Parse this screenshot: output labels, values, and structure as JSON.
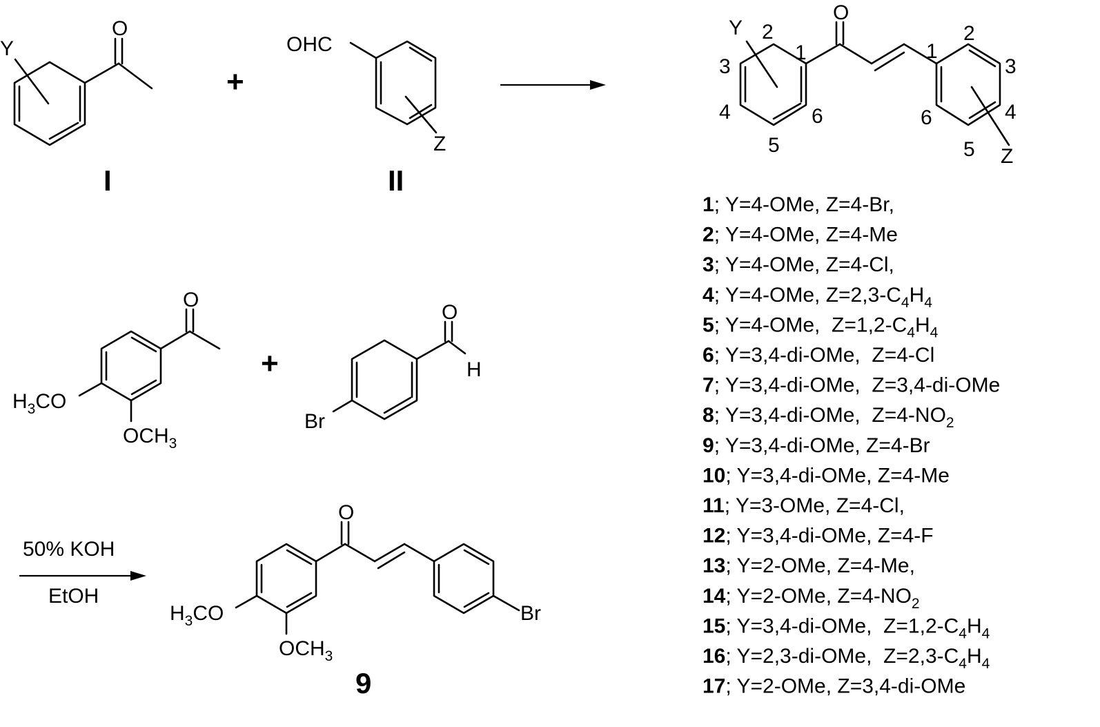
{
  "reaction1": {
    "reactant1": {
      "label": "I",
      "y_sub": "Y",
      "o_atom": "O"
    },
    "plus": "+",
    "reactant2": {
      "label": "II",
      "aldehyde": "OHC",
      "z_sub": "Z"
    },
    "product": {
      "o_atom": "O",
      "y_sub": "Y",
      "z_sub": "Z",
      "ring_a_numbers": [
        "1",
        "2",
        "3",
        "4",
        "5",
        "6"
      ],
      "ring_b_numbers": [
        "1",
        "2",
        "3",
        "4",
        "5",
        "6"
      ]
    }
  },
  "reaction2": {
    "reactant1": {
      "o_atom": "O",
      "ome_para": "H3CO",
      "ome_meta": "OCH3"
    },
    "plus": "+",
    "reactant2": {
      "o_atom": "O",
      "h_atom": "H",
      "br": "Br"
    },
    "conditions": {
      "above": "50% KOH",
      "below": "EtOH"
    },
    "product": {
      "label": "9",
      "o_atom": "O",
      "ome_para": "H3CO",
      "ome_meta": "OCH3",
      "br": "Br"
    }
  },
  "compounds": [
    {
      "num": "1",
      "text": "; Y=4-OMe, Z=4-Br,"
    },
    {
      "num": "2",
      "text": "; Y=4-OMe, Z=4-Me"
    },
    {
      "num": "3",
      "text": "; Y=4-OMe, Z=4-Cl,"
    },
    {
      "num": "4",
      "text": "; Y=4-OMe, Z=2,3-C",
      "tail": [
        [
          "4",
          "sub"
        ],
        [
          "H",
          ""
        ],
        [
          "4",
          "sub"
        ]
      ]
    },
    {
      "num": "5",
      "text": "; Y=4-OMe,  Z=1,2-C",
      "tail": [
        [
          "4",
          "sub"
        ],
        [
          "H",
          ""
        ],
        [
          "4",
          "sub"
        ]
      ]
    },
    {
      "num": "6",
      "text": "; Y=3,4-di-OMe,  Z=4-Cl"
    },
    {
      "num": "7",
      "text": "; Y=3,4-di-OMe,  Z=3,4-di-OMe"
    },
    {
      "num": "8",
      "text": "; Y=3,4-di-OMe,  Z=4-NO",
      "tail": [
        [
          "2",
          "sub"
        ]
      ]
    },
    {
      "num": "9",
      "text": "; Y=3,4-di-OMe, Z=4-Br"
    },
    {
      "num": "10",
      "text": "; Y=3,4-di-OMe, Z=4-Me"
    },
    {
      "num": "11",
      "text": "; Y=3-OMe, Z=4-Cl,"
    },
    {
      "num": "12",
      "text": "; Y=3,4-di-OMe, Z=4-F"
    },
    {
      "num": "13",
      "text": "; Y=2-OMe, Z=4-Me,"
    },
    {
      "num": "14",
      "text": "; Y=2-OMe, Z=4-NO",
      "tail": [
        [
          "2",
          "sub"
        ]
      ]
    },
    {
      "num": "15",
      "text": "; Y=3,4-di-OMe,  Z=1,2-C",
      "tail": [
        [
          "4",
          "sub"
        ],
        [
          "H",
          ""
        ],
        [
          "4",
          "sub"
        ]
      ]
    },
    {
      "num": "16",
      "text": "; Y=2,3-di-OMe,  Z=2,3-C",
      "tail": [
        [
          "4",
          "sub"
        ],
        [
          "H",
          ""
        ],
        [
          "4",
          "sub"
        ]
      ]
    },
    {
      "num": "17",
      "text": "; Y=2-OMe, Z=3,4-di-OMe"
    }
  ]
}
